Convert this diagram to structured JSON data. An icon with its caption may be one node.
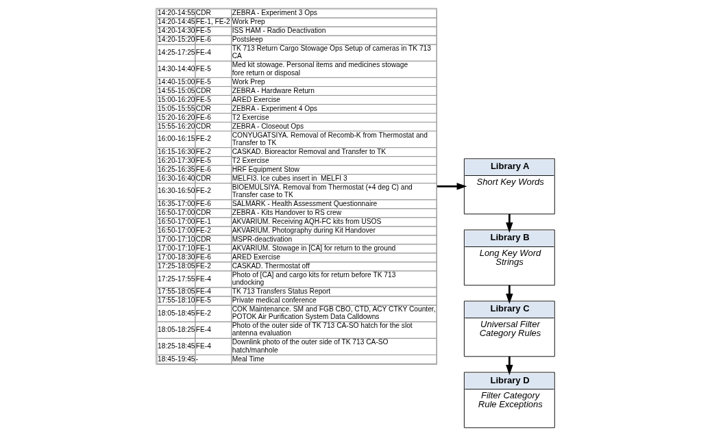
{
  "diagram": {
    "nodes": [
      {
        "text": [
          "14:20-14:55",
          "CDR",
          "ZEBRA - Experiment 3 Ops",
          "14:20-14:45",
          "FE-1, FE-2",
          "Work Prep",
          "14:20-14:30",
          "FE-5",
          "ISS HAM - Radio Deactivation",
          "14:20-15:20",
          "FE-6",
          "Postsleep",
          "14:25-17:25",
          "FE-4",
          "TK 713 Return Cargo Stowage Ops Setup of cameras in TK 713 CA",
          "14:30-14:40",
          "FE-5",
          "Med kit stowage. Personal items and medicines stowage  fore return or disposal",
          "14:40-15:00",
          "FE-5",
          "Work Prep",
          "14:55-15:05",
          "CDR",
          "ZEBRA - Hardware Return",
          "15:00-16:20",
          "FE-5",
          "ARED Exercise",
          "15:05-15:55",
          "CDR",
          "ZEBRA - Experiment 4 Ops",
          "15:20-16:20",
          "FE-6",
          "T2 Exercise",
          "15:55-16:20",
          "CDR",
          "ZEBRA - Closeout Ops",
          "16:00-16:15",
          "FE-2",
          "CONYUGATSIYA. Removal of Recomb-K from Thermostat and Transfer to TK",
          "16:15-16:30",
          "FE-2",
          "CASKAD. Bioreactor Removal and Transfer to TK",
          "16:20-17:30",
          "FE-5",
          "T2 Exercise",
          "16:25-16:35",
          "FE-6",
          "HRF Equipment Stow",
          "16:30-16:40",
          "CDR",
          "MELFI3. Ice cubes insert in  MELFI 3",
          "16:30-16:50",
          "FE-2",
          "BIOEMULSIYA. Removal from Thermostat (+4 deg C) and Transfer case to TK",
          "16:35-17:00",
          "FE-6",
          "SALMARK - Health Assessment Questionnaire",
          "16:50-17:00",
          "CDR",
          "ZEBRA - Kits Handover to RS crew",
          "16:50-17:00",
          "FE-1",
          "AKVARIUM. Receiving AQH-FC kits from USOS",
          "16:50-17:00",
          "FE-2",
          "AKVARIUM. Photography during Kit Handover",
          "17:00-17:10",
          "CDR",
          "MSPR-deactivation",
          "17:00-17:10",
          "FE-1",
          "AKVARIUM. Stowage in [CA] for return to the ground",
          "17:00-18:30",
          "FE-6",
          "ARED Exercise",
          "17:25-18:05",
          "FE-2",
          "CASKAD. Thermostat off",
          "17:25-17:55",
          "FE-4",
          "Photo of [CA] and cargo kits for return before TK 713 undocking",
          "17:55-18:05",
          "FE-4",
          "TK 713 Transfers Status Report",
          "17:55-18:10",
          "FE-5",
          "Private medical conference",
          "18:05-18:45",
          "FE-2",
          "COK Maintenance. SM and FGB CBO, CTD, ACY CTKY Counter, POTOK Air Purification System Data Calldowns",
          "18:05-18:25",
          "FE-4",
          "Photo of the outer side of TK 713 CA-SO hatch for the slot antenna evaluation",
          "18:25-18:45",
          "FE-4",
          "Downlink photo of the outer side of TK 713 CA-SO hatch/manhole",
          "18:45-19:45",
          "-",
          "Meal Time"
        ]
      },
      {
        "text": [
          "Library A",
          "Short Key Words"
        ]
      },
      {
        "text": [
          "Library B",
          "Long Key Word Strings"
        ]
      },
      {
        "text": [
          "Library C",
          "Universal Filter Category Rules"
        ]
      },
      {
        "text": [
          "Library D",
          "Filter Category Rule Exceptions"
        ]
      }
    ],
    "edges": [
      {
        "from": 0,
        "to": 1,
        "arrow": "to"
      },
      {
        "from": 1,
        "to": 2,
        "arrow": "to"
      },
      {
        "from": 2,
        "to": 3,
        "arrow": "to"
      },
      {
        "from": 3,
        "to": 4,
        "arrow": "to"
      }
    ]
  }
}
